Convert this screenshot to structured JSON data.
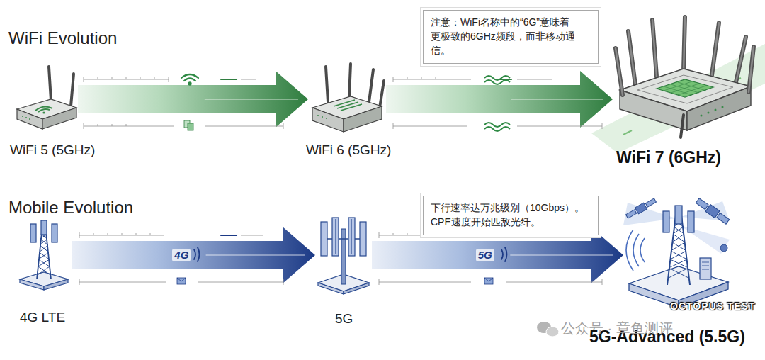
{
  "diagram": {
    "nodes": [
      {
        "text": [
          "WiFi 5 (5GHz)"
        ]
      },
      {
        "text": [
          "WiFi 6 (5GHz)"
        ]
      },
      {
        "text": [
          "注意：WiFi名称中的“6G”意味着 更极致的6GHz频段，而非移动通 信。"
        ]
      },
      {
        "text": [
          "WiFi 7 (6GHz)"
        ]
      },
      {
        "text": [
          "4G LTE"
        ]
      },
      {
        "text": [
          "5G"
        ]
      },
      {
        "text": [
          "下行速率达万兆级别（10Gbps）。 CPE速度开始匹敌光纤。"
        ]
      },
      {
        "text": [
          "5G-Advanced (5.5G)"
        ]
      }
    ],
    "edges": [
      {
        "from": 0,
        "to": 1,
        "arrow": "to"
      },
      {
        "from": 1,
        "to": 3,
        "arrow": "to"
      },
      {
        "from": 4,
        "to": 5,
        "label": "4G",
        "arrow": "to"
      },
      {
        "from": 5,
        "to": 7,
        "label": "5G",
        "arrow": "to"
      }
    ],
    "labels": [
      "WiFi Evolution",
      "Mobile Evolution",
      "公众号 · 章鱼测评",
      "OCTOPUS TEST"
    ]
  }
}
